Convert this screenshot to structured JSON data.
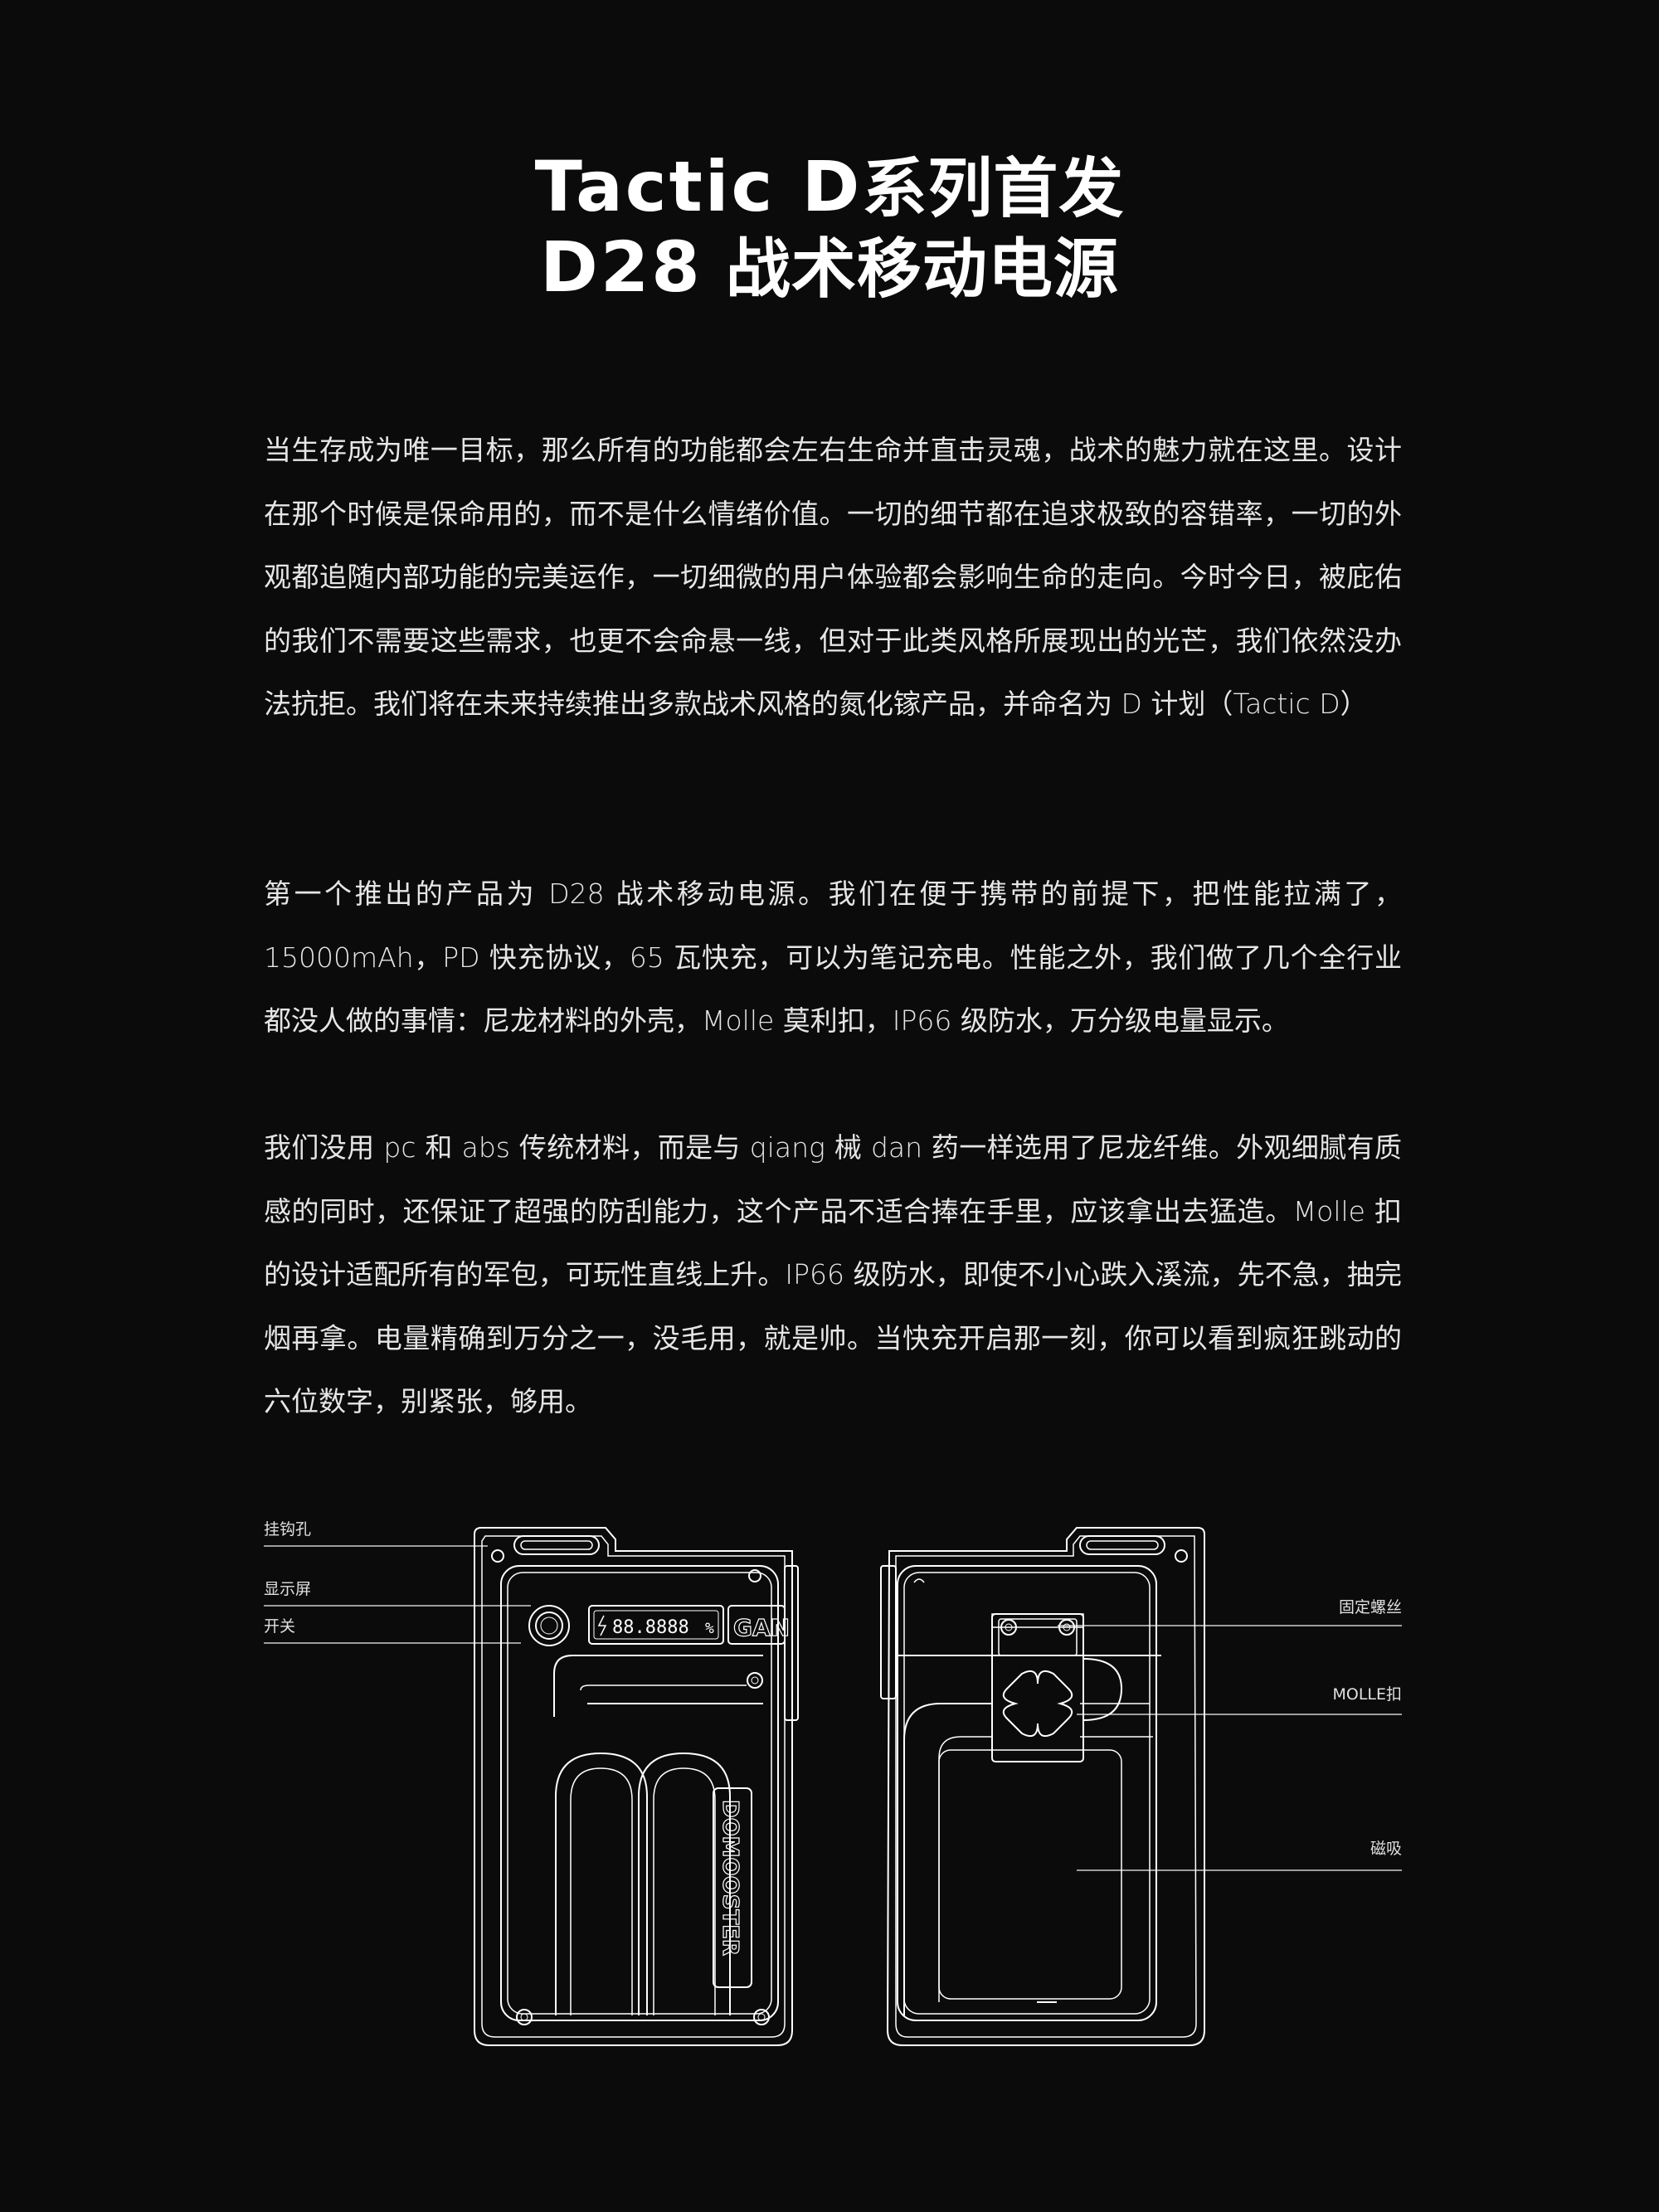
{
  "title": {
    "line1_latin": "Tactic D",
    "line1_cn": "系列首发",
    "line2_latin": "D28",
    "line2_cn": " 战术移动电源"
  },
  "paragraphs": [
    "当生存成为唯一目标，那么所有的功能都会左右生命并直击灵魂，战术的魅力就在这里。设计在那个时候是保命用的，而不是什么情绪价值。一切的细节都在追求极致的容错率，一切的外观都追随内部功能的完美运作，一切细微的用户体验都会影响生命的走向。今时今日，被庇佑的我们不需要这些需求，也更不会命悬一线，但对于此类风格所展现出的光芒，我们依然没办法抗拒。我们将在未来持续推出多款战术风格的氮化镓产品，并命名为 D 计划（Tactic D）",
    "第一个推出的产品为 D28 战术移动电源。我们在便于携带的前提下，把性能拉满了，15000mAh，PD 快充协议，65 瓦快充，可以为笔记充电。性能之外，我们做了几个全行业都没人做的事情：尼龙材料的外壳，Molle 莫利扣，IP66 级防水，万分级电量显示。",
    "我们没用 pc 和 abs 传统材料，而是与 qiang 械 dan 药一样选用了尼龙纤维。外观细腻有质感的同时，还保证了超强的防刮能力，这个产品不适合捧在手里，应该拿出去猛造。Molle 扣的设计适配所有的军包，可玩性直线上升。IP66 级防水，即使不小心跌入溪流，先不急，抽完烟再拿。电量精确到万分之一，没毛用，就是帅。当快充开启那一刻，你可以看到疯狂跳动的六位数字，别紧张，够用。"
  ],
  "diagram": {
    "labels": {
      "hook_hole": "挂钩孔",
      "display": "显示屏",
      "switch": "开关",
      "fixing_screw": "固定螺丝",
      "molle": "MOLLE扣",
      "magnetic": "磁吸"
    },
    "device": {
      "display_reading": "88.8888",
      "display_unit": "%",
      "gan_mark": "GAN",
      "brand_mark": "DOMOOSTER"
    },
    "colors": {
      "background": "#0b0b0b",
      "line": "#ffffff",
      "text": "#e6e6e6"
    }
  }
}
